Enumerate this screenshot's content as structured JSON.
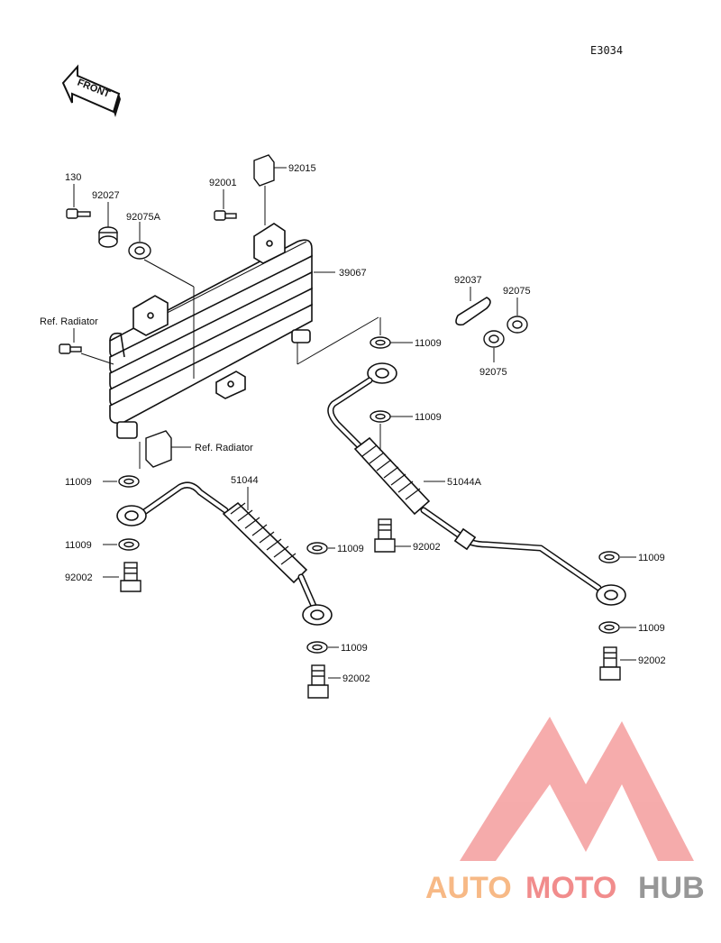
{
  "diagram_code": "E3034",
  "front_arrow_text": "FRONT",
  "labels": {
    "p130": "130",
    "p92027": "92027",
    "p92075A": "92075A",
    "p92001": "92001",
    "p92015": "92015",
    "p39067": "39067",
    "ref_radiator_left": "Ref. Radiator",
    "ref_radiator_lower": "Ref. Radiator",
    "p92037": "92037",
    "p92075_top": "92075",
    "p92075_bottom": "92075",
    "p11009_a": "11009",
    "p11009_b": "11009",
    "p11009_c": "11009",
    "p51044": "51044",
    "p51044A": "51044A",
    "p11009_d": "11009",
    "p92002_a": "92002",
    "p11009_e": "11009",
    "p92002_b": "92002",
    "p11009_f": "11009",
    "p11009_g": "11009",
    "p92002_c": "92002",
    "p11009_h": "11009",
    "p92002_d": "92002"
  },
  "watermark": {
    "part1": "AUTO",
    "part2": "MOTO",
    "part3": "HUB",
    "color_orange": "#f7b27a",
    "color_red": "#f08080",
    "color_gray": "#8c8c8c"
  }
}
